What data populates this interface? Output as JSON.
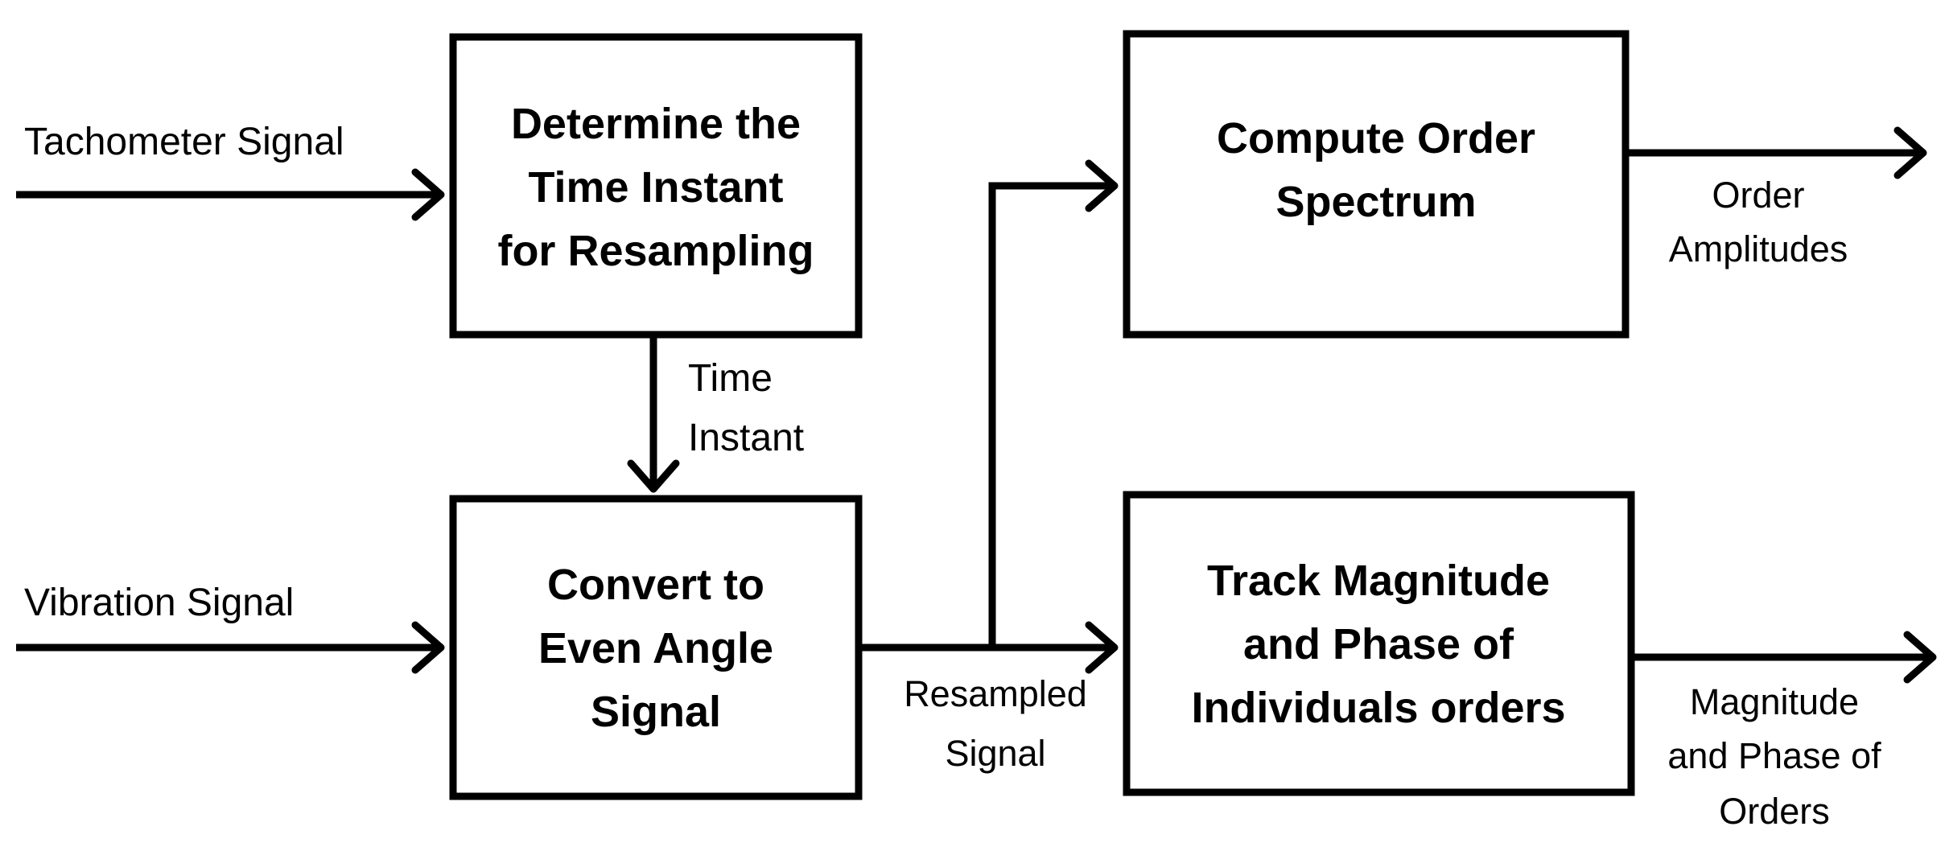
{
  "blocks": {
    "resample_time": [
      "Determine the",
      "Time Instant",
      "for Resampling"
    ],
    "even_angle": [
      "Convert to",
      "Even Angle",
      "Signal"
    ],
    "order_spectrum": [
      "Compute Order",
      "Spectrum"
    ],
    "track_orders": [
      "Track Magnitude",
      "and Phase of",
      "Individuals orders"
    ]
  },
  "labels": {
    "tachometer": "Tachometer Signal",
    "vibration": "Vibration Signal",
    "time_instant": [
      "Time",
      "Instant"
    ],
    "resampled": [
      "Resampled",
      "Signal"
    ],
    "order_amplitudes": [
      "Order",
      "Amplitudes"
    ],
    "mag_phase": [
      "Magnitude",
      "and Phase of",
      "Orders"
    ]
  }
}
